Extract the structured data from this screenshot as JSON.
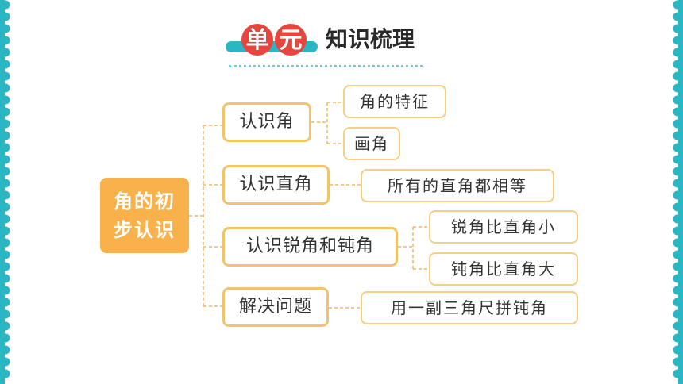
{
  "header": {
    "badge_1": "单",
    "badge_2": "元",
    "title": "知识梳理"
  },
  "root": {
    "line_1": "角的初",
    "line_2": "步认识"
  },
  "branches": [
    {
      "label": "认识角",
      "children": [
        "角的特征",
        "画角"
      ]
    },
    {
      "label": "认识直角",
      "children": [
        "所有的直角都相等"
      ]
    },
    {
      "label": "认识锐角和钝角",
      "children": [
        "锐角比直角小",
        "钝角比直角大"
      ]
    },
    {
      "label": "解决问题",
      "children": [
        "用一副三角尺拼钝角"
      ]
    }
  ],
  "colors": {
    "accent_orange": "#f9b14c",
    "border_orange": "#f5c46a",
    "badge_red": "#e8453c",
    "teal": "#2bb6c4"
  }
}
